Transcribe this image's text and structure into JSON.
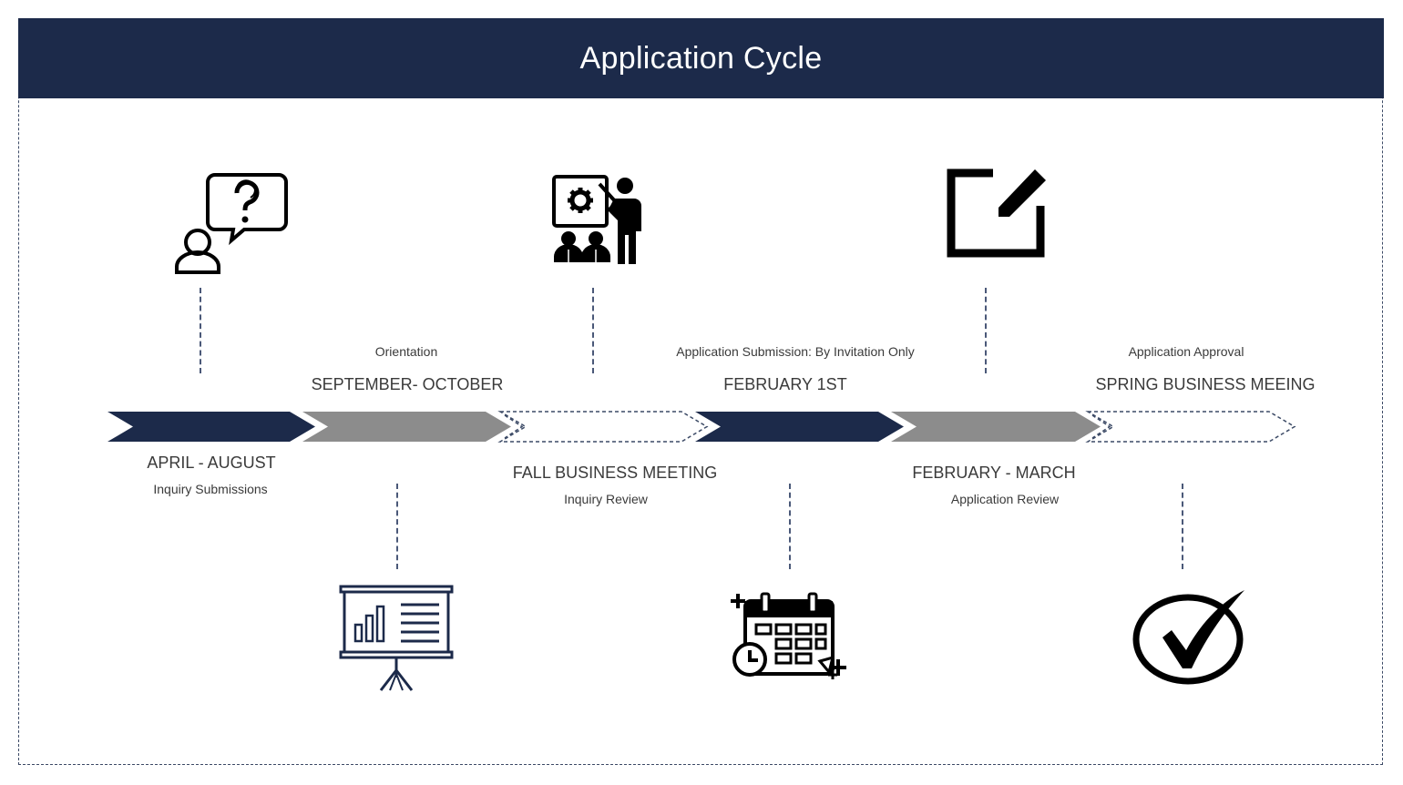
{
  "title": "Application Cycle",
  "colors": {
    "navy": "#1c2a4a",
    "gray": "#8c8c8c",
    "dashed_outline": "#3c4a66"
  },
  "stages": [
    {
      "date": "APRIL - AUGUST",
      "caption": "Inquiry Submissions",
      "icon": "person-question-icon",
      "fill": "navy"
    },
    {
      "date": "SEPTEMBER- OCTOBER",
      "caption": "Orientation",
      "icon": "presentation-board-icon",
      "fill": "gray"
    },
    {
      "date": "FALL BUSINESS MEETING",
      "caption": "Inquiry Review",
      "icon": "presenter-audience-icon",
      "fill": "outline"
    },
    {
      "date": "FEBRUARY 1ST",
      "caption": "Application Submission: By Invitation Only",
      "icon": "calendar-clock-icon",
      "fill": "navy"
    },
    {
      "date": "FEBRUARY - MARCH",
      "caption": "Application Review",
      "icon": "edit-note-icon",
      "fill": "gray"
    },
    {
      "date": "SPRING BUSINESS MEEING",
      "caption": "Application Approval",
      "icon": "checkmark-icon",
      "fill": "outline"
    }
  ]
}
